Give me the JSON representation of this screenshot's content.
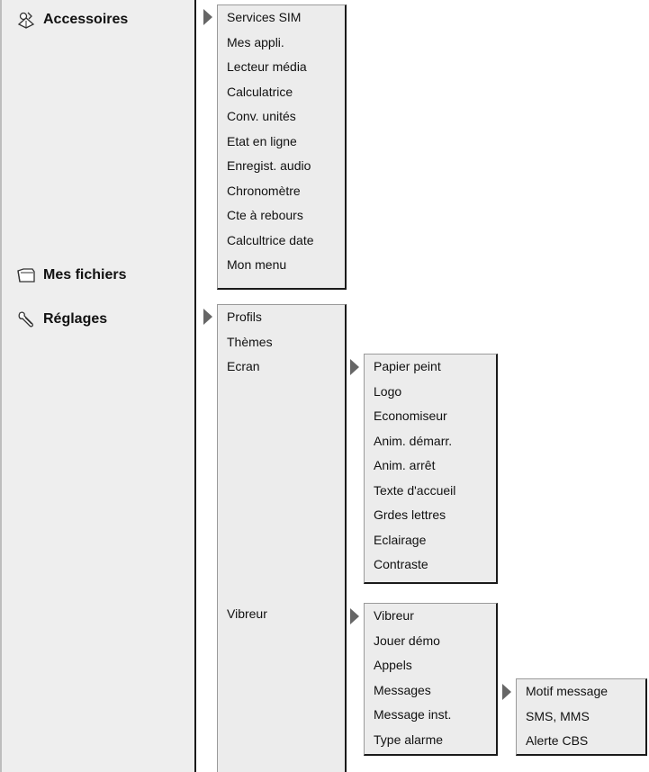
{
  "categories": [
    {
      "label": "Accessoires",
      "icon": "accessories-icon"
    },
    {
      "label": "Mes fichiers",
      "icon": "folder-icon"
    },
    {
      "label": "Réglages",
      "icon": "settings-wrench-icon"
    }
  ],
  "accessoires_menu": [
    "Services SIM",
    "Mes appli.",
    "Lecteur média",
    "Calculatrice",
    "Conv. unités",
    "Etat en ligne",
    "Enregist. audio",
    "Chronomètre",
    "Cte à rebours",
    "Calcultrice date",
    "Mon menu"
  ],
  "reglages_menu": [
    "Profils",
    "Thèmes",
    "Ecran",
    "Vibreur"
  ],
  "ecran_menu": [
    "Papier peint",
    "Logo",
    "Economiseur",
    "Anim. démarr.",
    "Anim. arrêt",
    "Texte d'accueil",
    "Grdes lettres",
    "Eclairage",
    "Contraste"
  ],
  "vibreur_menu": [
    "Vibreur",
    "Jouer démo",
    "Appels",
    "Messages",
    "Message inst.",
    "Type alarme"
  ],
  "messages_menu": [
    "Motif message",
    "SMS, MMS",
    "Alerte CBS"
  ]
}
